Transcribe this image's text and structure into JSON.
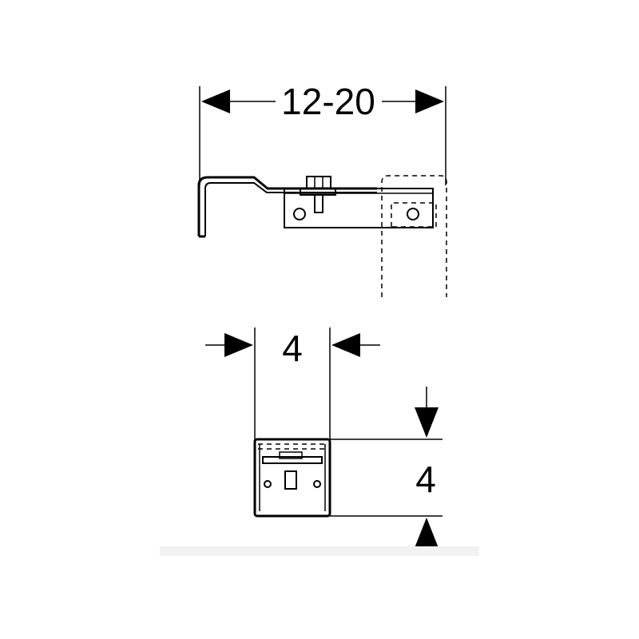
{
  "dimensions": {
    "width_range": "12-20",
    "front_width": "4",
    "front_height": "4"
  },
  "colors": {
    "ink": "#000000",
    "background": "#ffffff",
    "bottom_shadow": "#eeeeee"
  }
}
